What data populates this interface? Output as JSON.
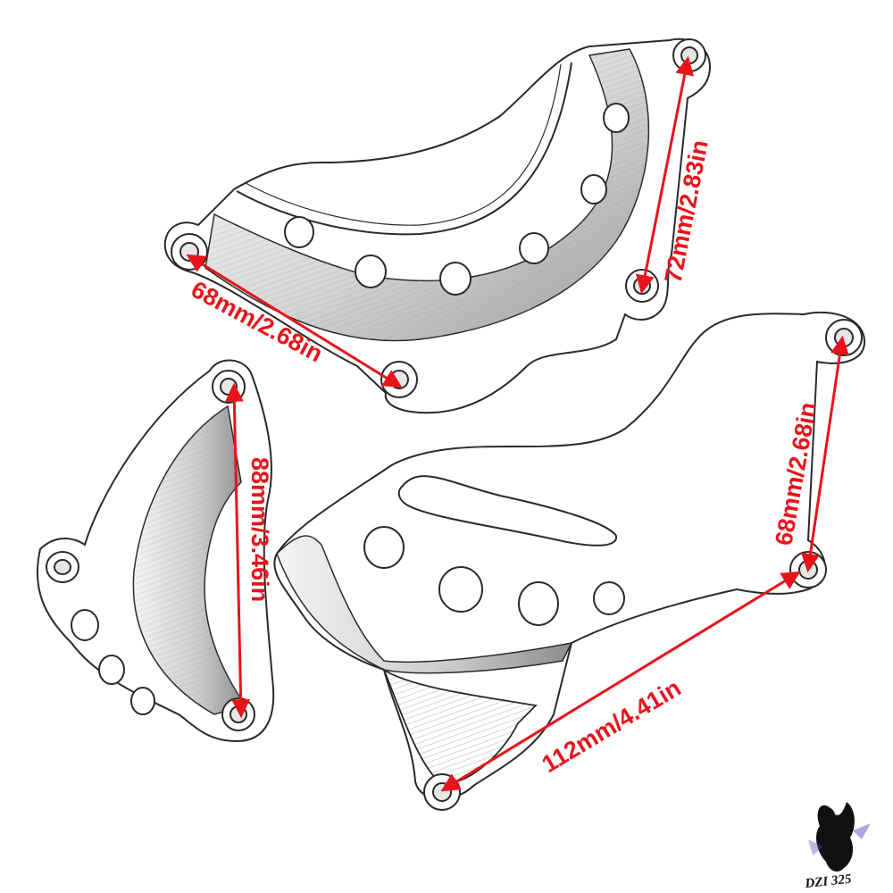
{
  "parts": [
    {
      "name": "Upper curved engine cover plate"
    },
    {
      "name": "Left curved engine cover plate"
    },
    {
      "name": "Lower right frame guard plate"
    }
  ],
  "dimensions": [
    {
      "id": "dim-upper-width",
      "label": "68mm/2.68in"
    },
    {
      "id": "dim-upper-height",
      "label": "72mm/2.83in"
    },
    {
      "id": "dim-left-height",
      "label": "88mm/3.46in"
    },
    {
      "id": "dim-right-height",
      "label": "68mm/2.68in"
    },
    {
      "id": "dim-right-diagonal",
      "label": "112mm/4.41in"
    }
  ],
  "logo": {
    "text": "DZI 325"
  },
  "colors": {
    "dimension": "#e8141b",
    "outline": "#2a2a2a",
    "shade": "#bdbdbd",
    "background": "#ffffff"
  }
}
